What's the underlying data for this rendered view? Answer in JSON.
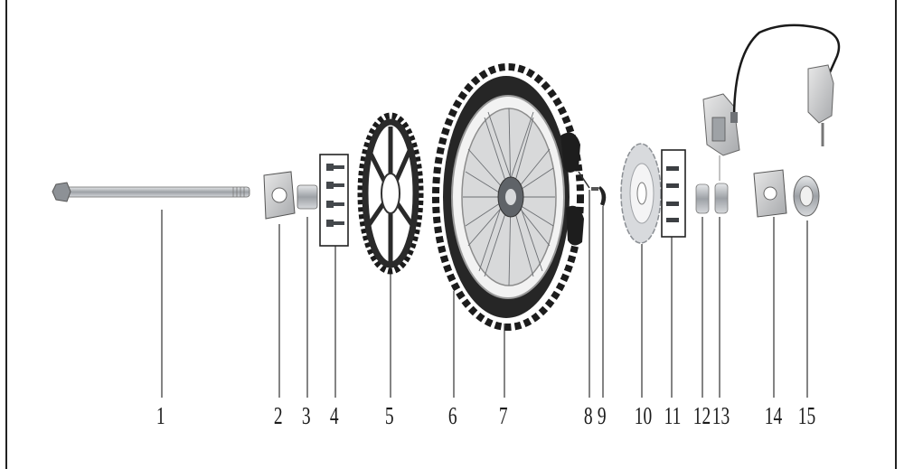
{
  "diagram": {
    "colors": {
      "line": "#222222",
      "tire": "#1e1e1e",
      "metal": "#b9bcc0",
      "rim": "#e9e9ea",
      "background": "#ffffff"
    },
    "parts": [
      {
        "label": "1",
        "icon": "axle-icon"
      },
      {
        "label": "2",
        "icon": "chain-adjuster-plate-icon"
      },
      {
        "label": "3",
        "icon": "spacer-icon"
      },
      {
        "label": "4",
        "icon": "sprocket-bolts-icon"
      },
      {
        "label": "5",
        "icon": "rear-sprocket-icon"
      },
      {
        "label": "6",
        "icon": "tire-icon"
      },
      {
        "label": "7",
        "icon": "wheel-rim-icon"
      },
      {
        "label": "8",
        "icon": "valve-icon"
      },
      {
        "label": "9",
        "icon": "rim-lock-icon"
      },
      {
        "label": "10",
        "icon": "brake-disc-icon"
      },
      {
        "label": "11",
        "icon": "disc-bolts-icon"
      },
      {
        "label": "12",
        "icon": "bearing-icon"
      },
      {
        "label": "13",
        "icon": "collar-icon"
      },
      {
        "label": "14",
        "icon": "adjuster-plate-icon"
      },
      {
        "label": "15",
        "icon": "axle-nut-icon"
      }
    ],
    "extra": [
      {
        "icon": "brake-caliper-icon"
      },
      {
        "icon": "master-cylinder-icon"
      },
      {
        "icon": "brake-hose-icon"
      }
    ]
  }
}
